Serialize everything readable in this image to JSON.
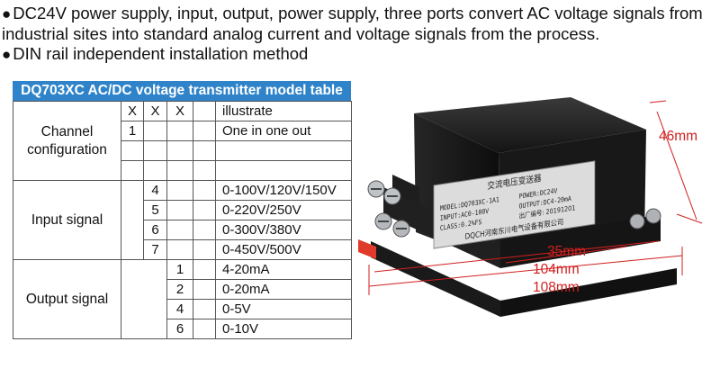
{
  "intro": {
    "bullet": "●",
    "line1": "DC24V power supply, input, output, power supply, three ports convert AC voltage signals from industrial sites into standard analog current and voltage signals from the process.",
    "line2": "DIN rail independent installation method"
  },
  "table": {
    "title": "DQ703XC AC/DC voltage transmitter model table",
    "x_mark": "X",
    "illustrate": "illustrate",
    "channel_label": "Channel configuration",
    "channel_code": "1",
    "channel_desc": "One in one out",
    "input_label": "Input signal",
    "input_rows": [
      {
        "code": "4",
        "desc": "0-100V/120V/150V"
      },
      {
        "code": "5",
        "desc": "0-220V/250V"
      },
      {
        "code": "6",
        "desc": "0-300V/380V"
      },
      {
        "code": "7",
        "desc": "0-450V/500V"
      }
    ],
    "output_label": "Output signal",
    "output_rows": [
      {
        "code": "1",
        "desc": "4-20mA"
      },
      {
        "code": "2",
        "desc": "0-20mA"
      },
      {
        "code": "4",
        "desc": "0-5V"
      },
      {
        "code": "6",
        "desc": "0-10V"
      }
    ]
  },
  "product": {
    "label_cn_title": "交流电压变送器",
    "model": "MODEL:DQ703XC-1A1",
    "power": "POWER:DC24V",
    "input": "INPUT:AC0-100V",
    "output": "OUTPUT:DC4-20mA",
    "class": "CLASS:0.2%FS",
    "serial": "出厂编号: 20191201",
    "brand": "DQCH河南东川电气设备有限公司",
    "dim_height": "46mm",
    "dim_depth1": "35mm",
    "dim_depth2": "104mm",
    "dim_depth3": "108mm"
  },
  "colors": {
    "header_blue": "#2f83c9",
    "dimension_red": "#d21f1f"
  }
}
